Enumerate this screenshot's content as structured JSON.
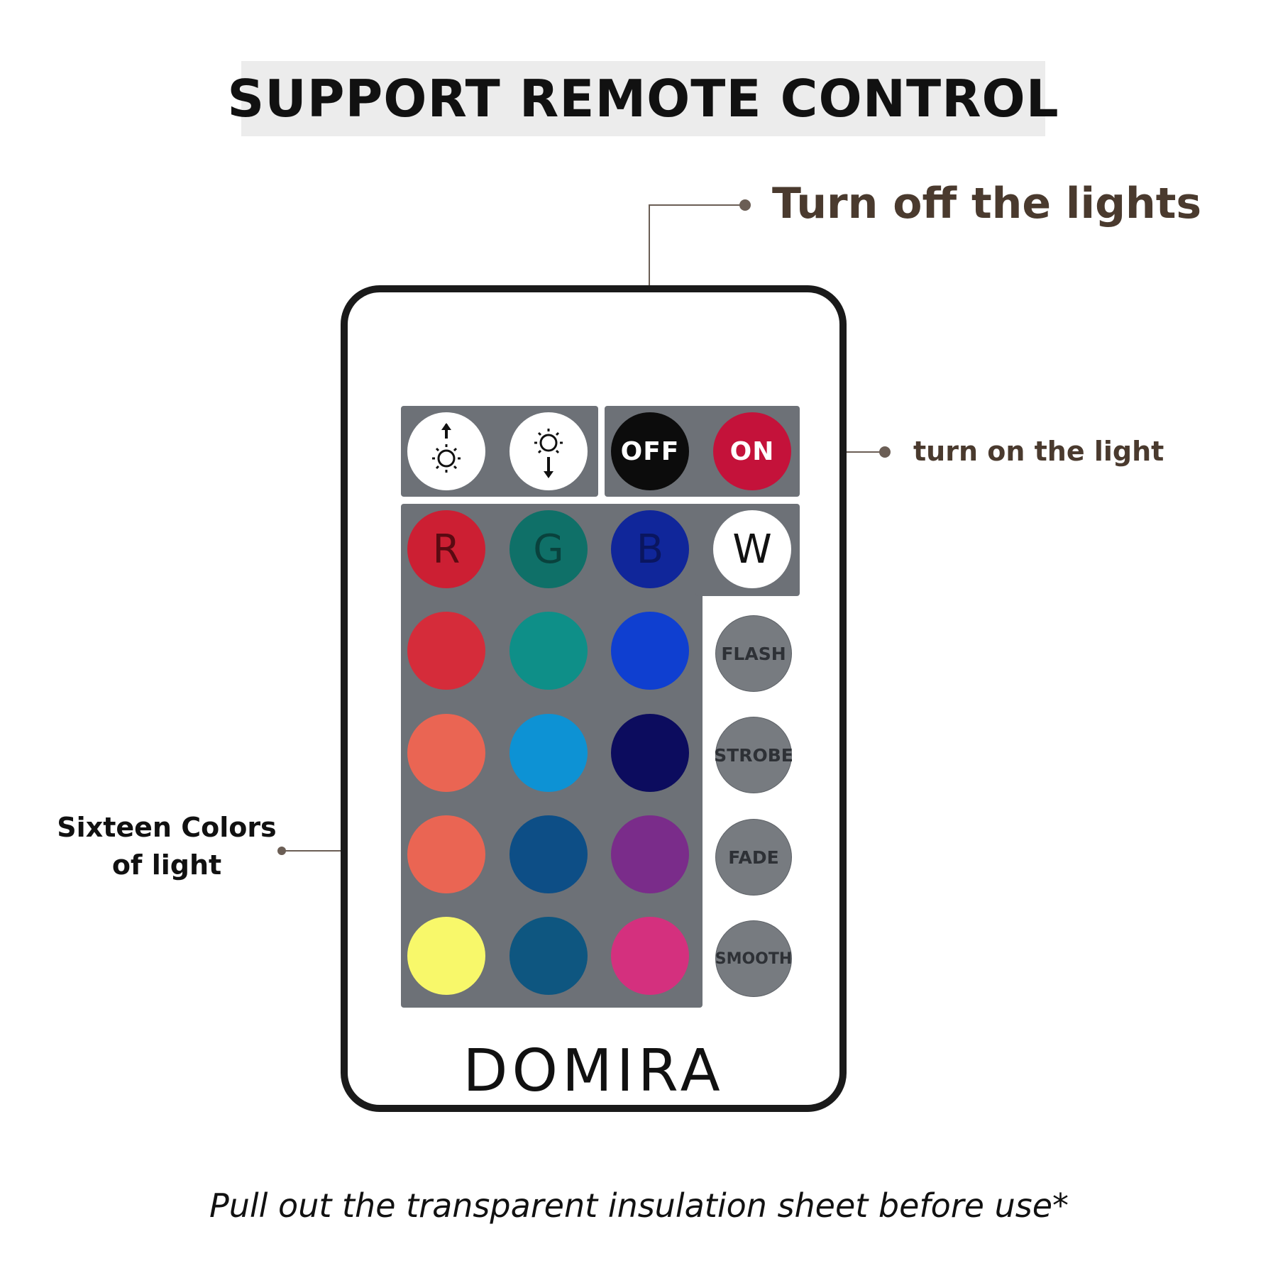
{
  "header": {
    "title": "SUPPORT REMOTE CONTROL"
  },
  "callouts": {
    "turn_off": "Turn off the lights",
    "turn_on": "turn on the light",
    "colors_line1": "Sixteen Colors",
    "colors_line2": "of light"
  },
  "remote": {
    "brand": "DOMIRA",
    "top_row": [
      {
        "name": "brightness-up",
        "icon": "brightness-up-icon"
      },
      {
        "name": "brightness-down",
        "icon": "brightness-down-icon"
      },
      {
        "name": "off",
        "label": "OFF",
        "color": "#0c0c0c"
      },
      {
        "name": "on",
        "label": "ON",
        "color": "#c4123a"
      }
    ],
    "rgbw": [
      {
        "label": "R",
        "color": "#cc1f33",
        "text_color": "#5a0a12"
      },
      {
        "label": "G",
        "color": "#0f7068",
        "text_color": "#09423d"
      },
      {
        "label": "B",
        "color": "#10269a",
        "text_color": "#0a1660"
      },
      {
        "label": "W",
        "color": "#ffffff",
        "text_color": "#111111"
      }
    ],
    "colors": [
      [
        "#d52c3a",
        "#0e8f88",
        "#0f3fd0"
      ],
      [
        "#ea6553",
        "#0d92d4",
        "#0c0c5e"
      ],
      [
        "#ea6553",
        "#0d4e86",
        "#7a2c8a"
      ],
      [
        "#f8f86a",
        "#0e5680",
        "#d4307e"
      ]
    ],
    "modes": [
      "FLASH",
      "STROBE",
      "FADE",
      "SMOOTH"
    ]
  },
  "footer": {
    "note": "Pull out the transparent insulation sheet before use*"
  }
}
